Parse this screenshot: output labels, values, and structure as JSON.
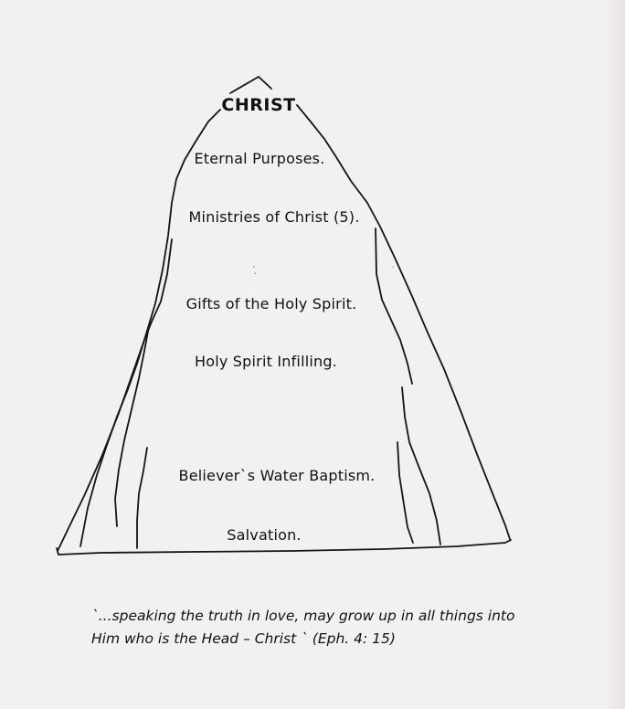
{
  "diagram": {
    "apex_label": "CHRIST",
    "levels": [
      "Eternal Purposes.",
      "Ministries of Christ (5).",
      "Gifts of the Holy Spirit.",
      "Holy Spirit Infilling.",
      "Believer`s Water Baptism.",
      "Salvation."
    ]
  },
  "quote": {
    "line1": "`...speaking the truth in love, may grow up in all things into",
    "line2": "Him who is the Head – Christ `  (Eph. 4: 15)"
  }
}
